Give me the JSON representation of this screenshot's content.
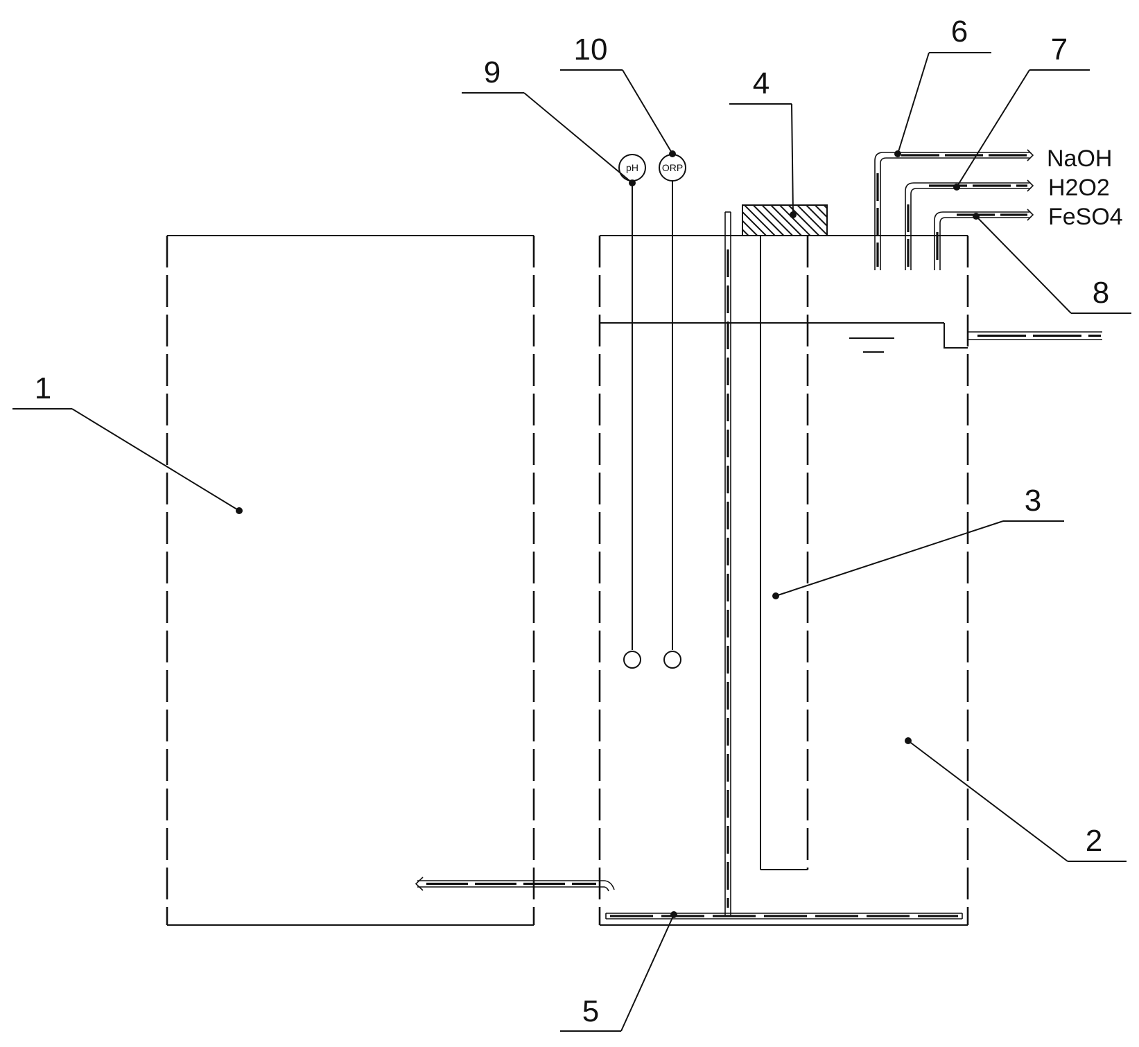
{
  "labels": {
    "n1": "1",
    "n2": "2",
    "n3": "3",
    "n4": "4",
    "n5": "5",
    "n6": "6",
    "n7": "7",
    "n8": "8",
    "n9": "9",
    "n10": "10"
  },
  "chemicals": {
    "naoh": "NaOH",
    "h2o2": "H2O2",
    "feso4": "FeSO4"
  },
  "probes": {
    "ph": "pH",
    "orp": "ORP"
  }
}
